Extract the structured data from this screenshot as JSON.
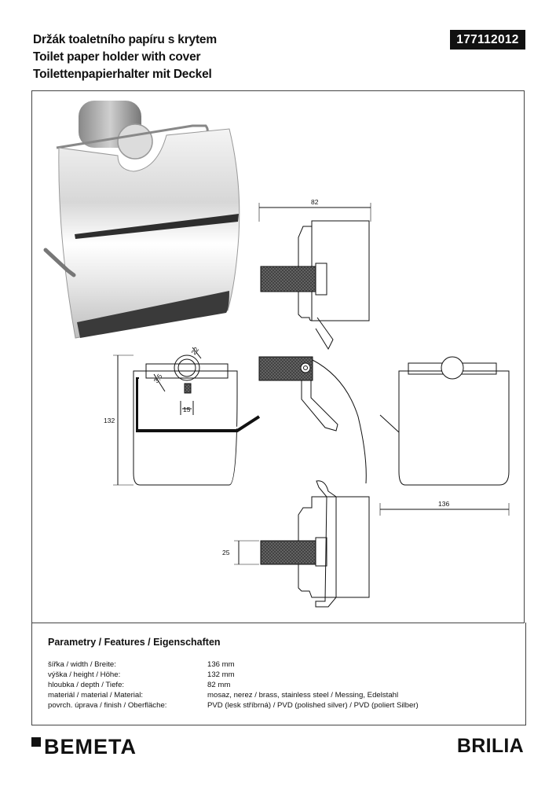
{
  "header": {
    "title_cz": "Držák toaletního papíru s krytem",
    "title_en": "Toilet paper holder with cover",
    "title_de": "Toilettenpapierhalter mit Deckel",
    "product_code": "177112012"
  },
  "dimensions": {
    "depth_top": "82",
    "height_front": "132",
    "width_right": "136",
    "detail_22": "22",
    "detail_35": "3,5",
    "detail_15": "15",
    "roll_25": "25"
  },
  "features": {
    "heading": "Parametry / Features / Eigenschaften",
    "rows": [
      {
        "label": "šířka / width / Breite:",
        "value": "136 mm"
      },
      {
        "label": "výška / height / Höhe:",
        "value": "132 mm"
      },
      {
        "label": "hloubka / depth / Tiefe:",
        "value": "82 mm"
      },
      {
        "label": "materiál / material / Material:",
        "value": "mosaz, nerez / brass, stainless steel / Messing, Edelstahl"
      },
      {
        "label": "povrch. úprava / finish / Oberfläche:",
        "value": "PVD (lesk stříbrná) / PVD (polished silver) / PVD (poliert Silber)"
      }
    ]
  },
  "footer": {
    "brand": "BEMETA",
    "product_line": "BRILIA"
  },
  "icons": [
    "brand-mark-icon"
  ]
}
